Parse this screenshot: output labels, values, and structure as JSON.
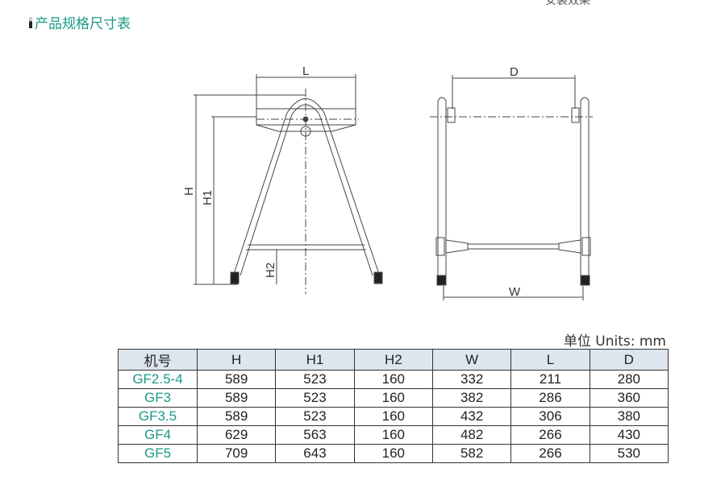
{
  "title": "产品规格尺寸表",
  "top_right_cut_text": "安装效果",
  "diagram_labels": {
    "L": "L",
    "H": "H",
    "H1": "H1",
    "H2": "H2",
    "D": "D",
    "W": "W"
  },
  "units": "单位 Units: mm",
  "table": {
    "headers": [
      "机号",
      "H",
      "H1",
      "H2",
      "W",
      "L",
      "D"
    ],
    "rows": [
      [
        "GF2.5-4",
        "589",
        "523",
        "160",
        "332",
        "211",
        "280"
      ],
      [
        "GF3",
        "589",
        "523",
        "160",
        "382",
        "286",
        "360"
      ],
      [
        "GF3.5",
        "589",
        "523",
        "160",
        "432",
        "306",
        "380"
      ],
      [
        "GF4",
        "629",
        "563",
        "160",
        "482",
        "266",
        "430"
      ],
      [
        "GF5",
        "709",
        "643",
        "160",
        "582",
        "266",
        "530"
      ]
    ]
  },
  "colors": {
    "accent": "#1a9a86",
    "header_bg": "#dde6ee"
  }
}
